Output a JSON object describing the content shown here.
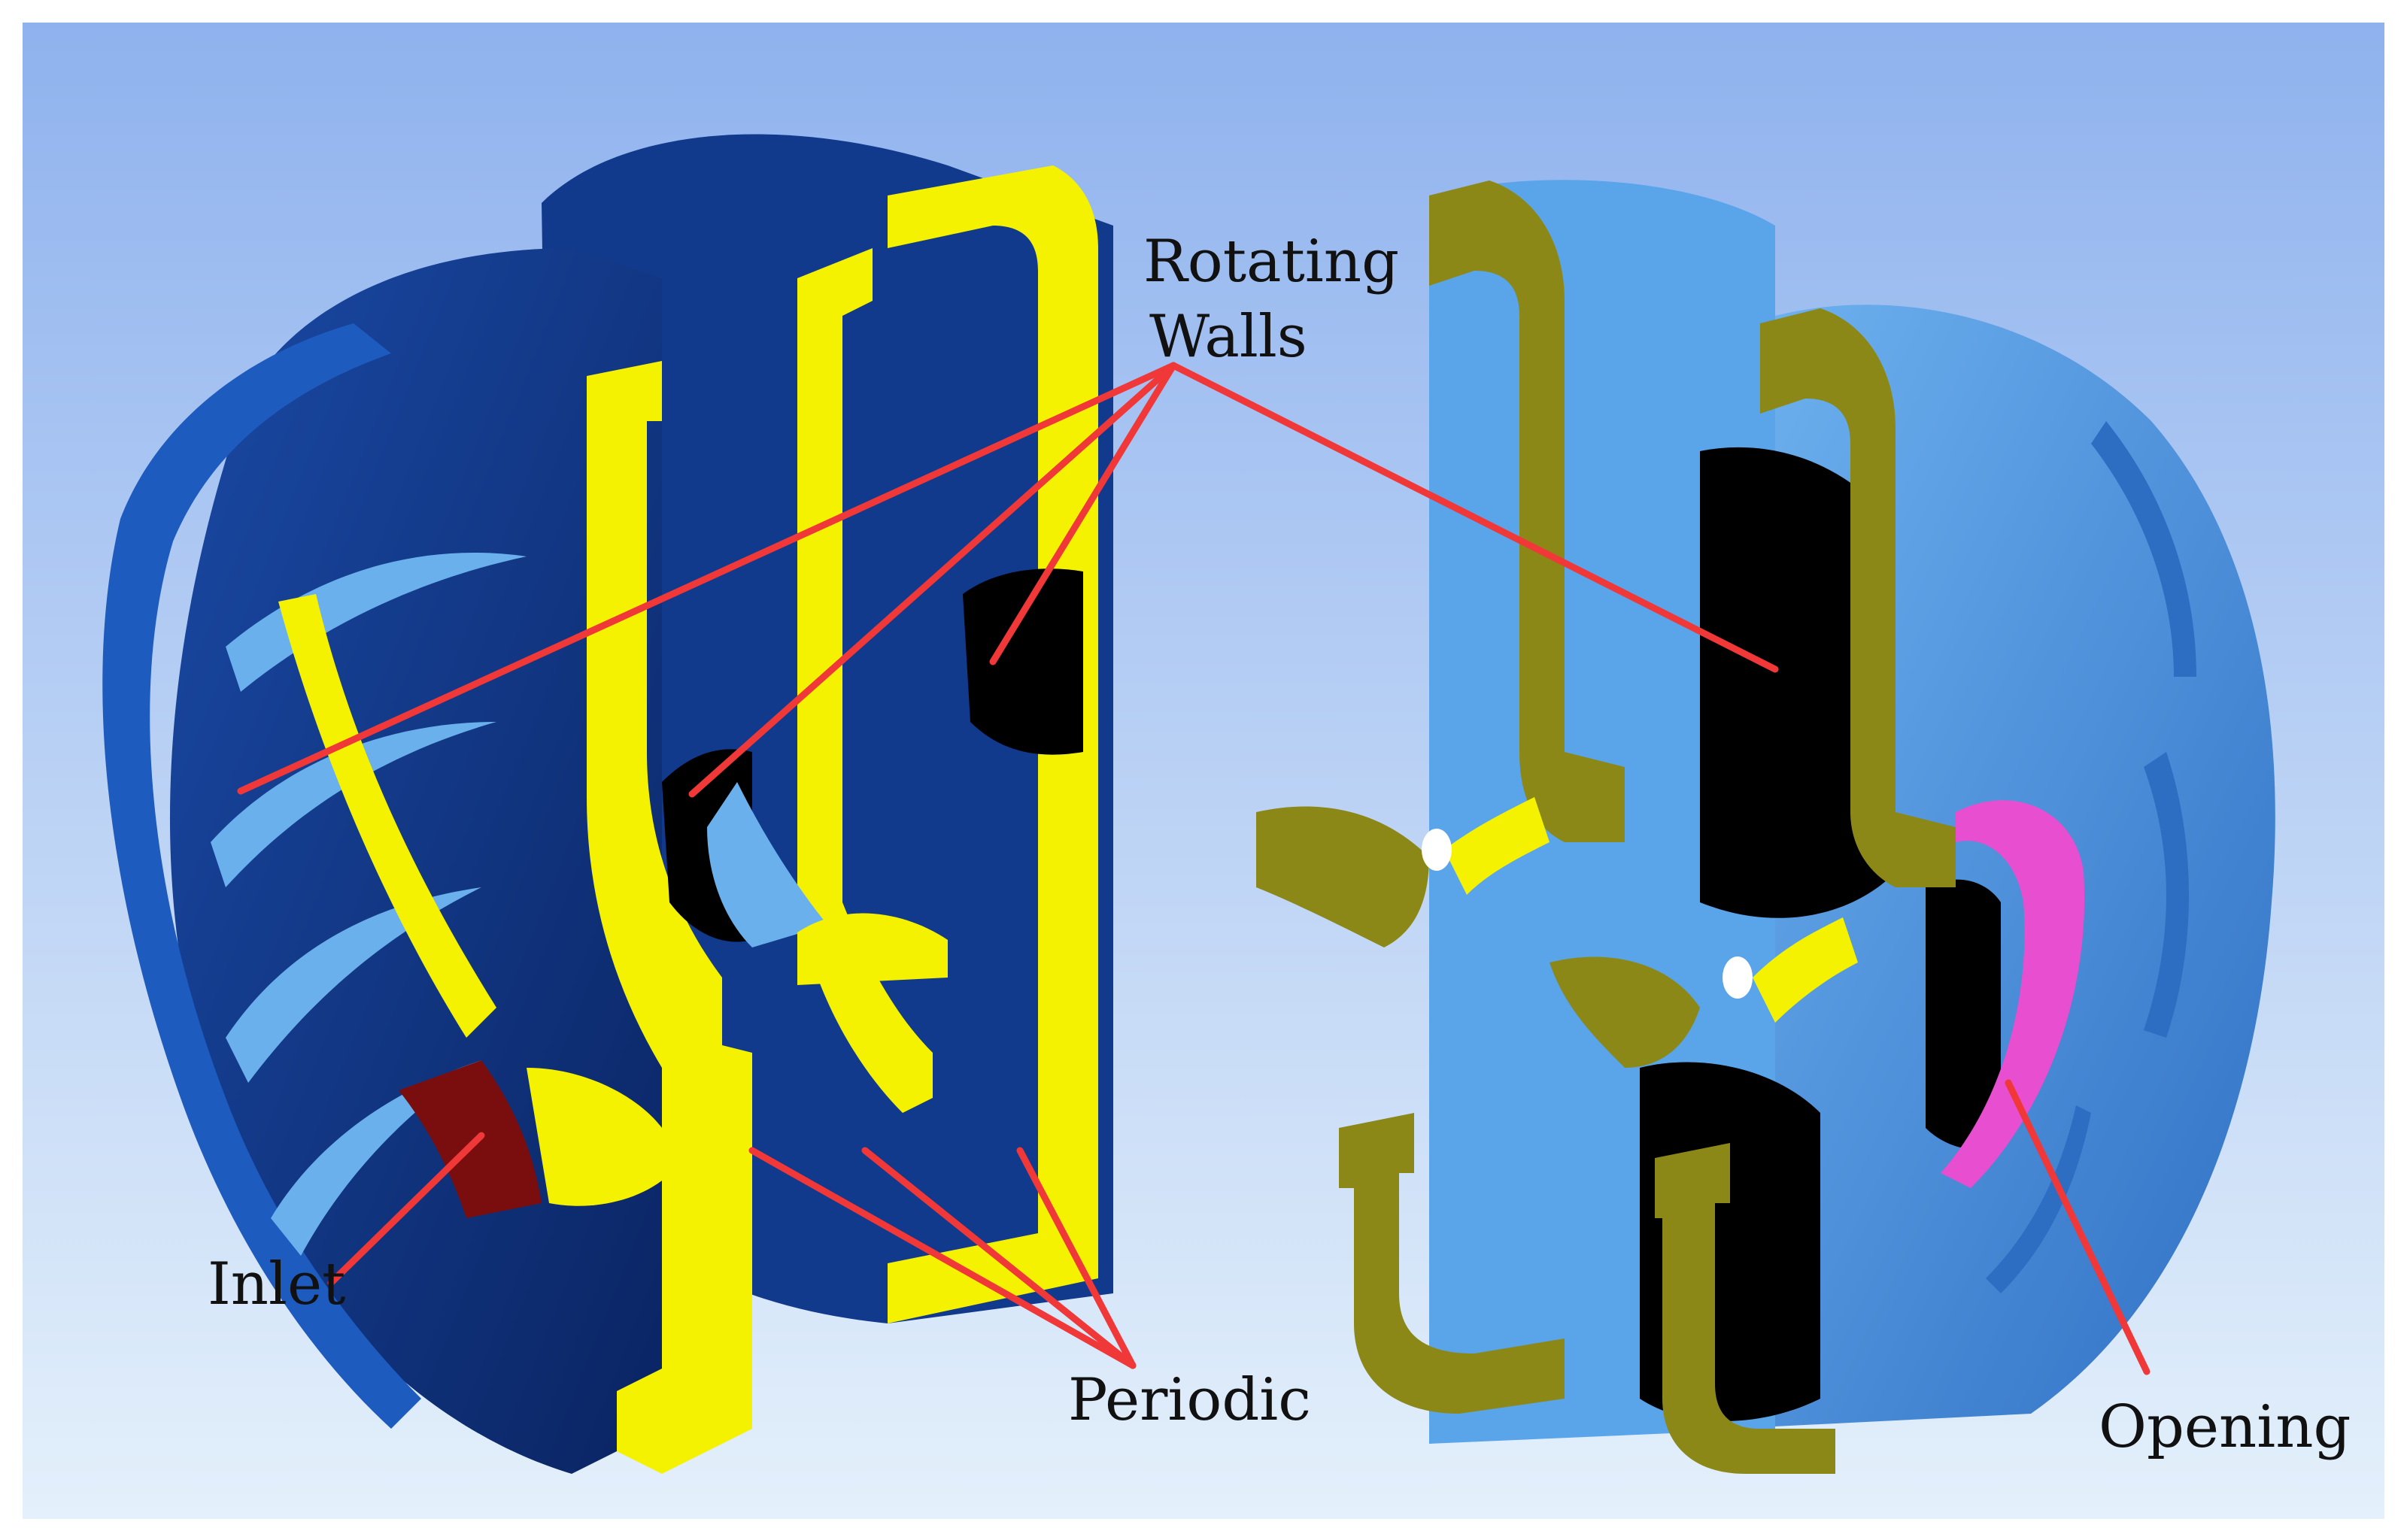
{
  "labels": {
    "rotating_walls_line1": "Rotating",
    "rotating_walls_line2": "Walls",
    "inlet": "Inlet",
    "periodic": "Periodic",
    "opening": "Opening"
  },
  "colors": {
    "bg_top": "#8fb2ee",
    "bg_bottom": "#dfeefb",
    "left_body": "#0d2f78",
    "left_body_light": "#1f58b8",
    "left_blade_light": "#5da8e8",
    "cut_face_yellow": "#f4f200",
    "cut_face_olive": "#8c8818",
    "right_body": "#4f9ae2",
    "right_body_dark": "#2f6fc4",
    "hub_black": "#000000",
    "inlet_red": "#7a0e0e",
    "opening_magenta": "#e84ed0",
    "leader_red": "#f03838",
    "text": "#111111"
  }
}
